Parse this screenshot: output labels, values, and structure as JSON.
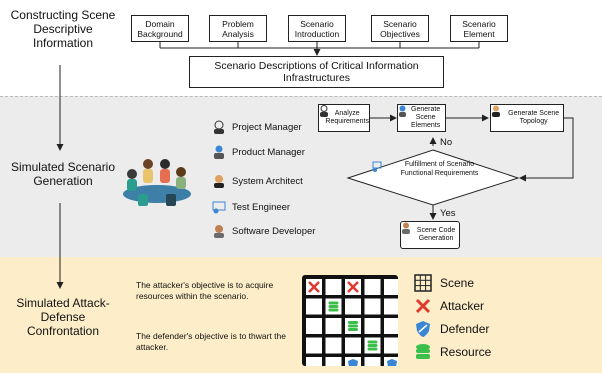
{
  "stages": {
    "constructing": "Constructing Scene Descriptive Information",
    "generation": "Simulated Scenario Generation",
    "confrontation": "Simulated Attack-Defense Confrontation"
  },
  "inputs": [
    "Domain Background",
    "Problem Analysis",
    "Scenario Introduction",
    "Scenario Objectives",
    "Scenario Element"
  ],
  "descriptions_box": "Scenario Descriptions of Critical Information Infrastructures",
  "roles": [
    "Project Manager",
    "Product Manager",
    "System Architect",
    "Test Engineer",
    "Software Developer"
  ],
  "flow": {
    "analyze": "Analyze Requirements",
    "generate_elements": "Generate Scene Elements",
    "generate_topology": "Generate Scene Topology",
    "decision": "Fulfillment of Scenario Functional Requirements",
    "no": "No",
    "yes": "Yes",
    "code_gen": "Scene Code Generation"
  },
  "notes": {
    "attacker": "The attacker's objective is to acquire resources within the scenario.",
    "defender": "The defender's objective is to thwart the attacker."
  },
  "legend": {
    "scene": "Scene",
    "attacker": "Attacker",
    "defender": "Defender",
    "resource": "Resource"
  },
  "colors": {
    "band_top": "#ffffff",
    "band_mid": "#ececec",
    "band_bottom": "#fdeec9",
    "attacker": "#e03a2f",
    "defender": "#3a86d4",
    "resource": "#3cbf4a",
    "grid": "#111111"
  },
  "icons": {
    "scene": "grid-icon",
    "attacker": "crossed-swords-icon",
    "defender": "shield-icon",
    "resource": "database-icon"
  }
}
